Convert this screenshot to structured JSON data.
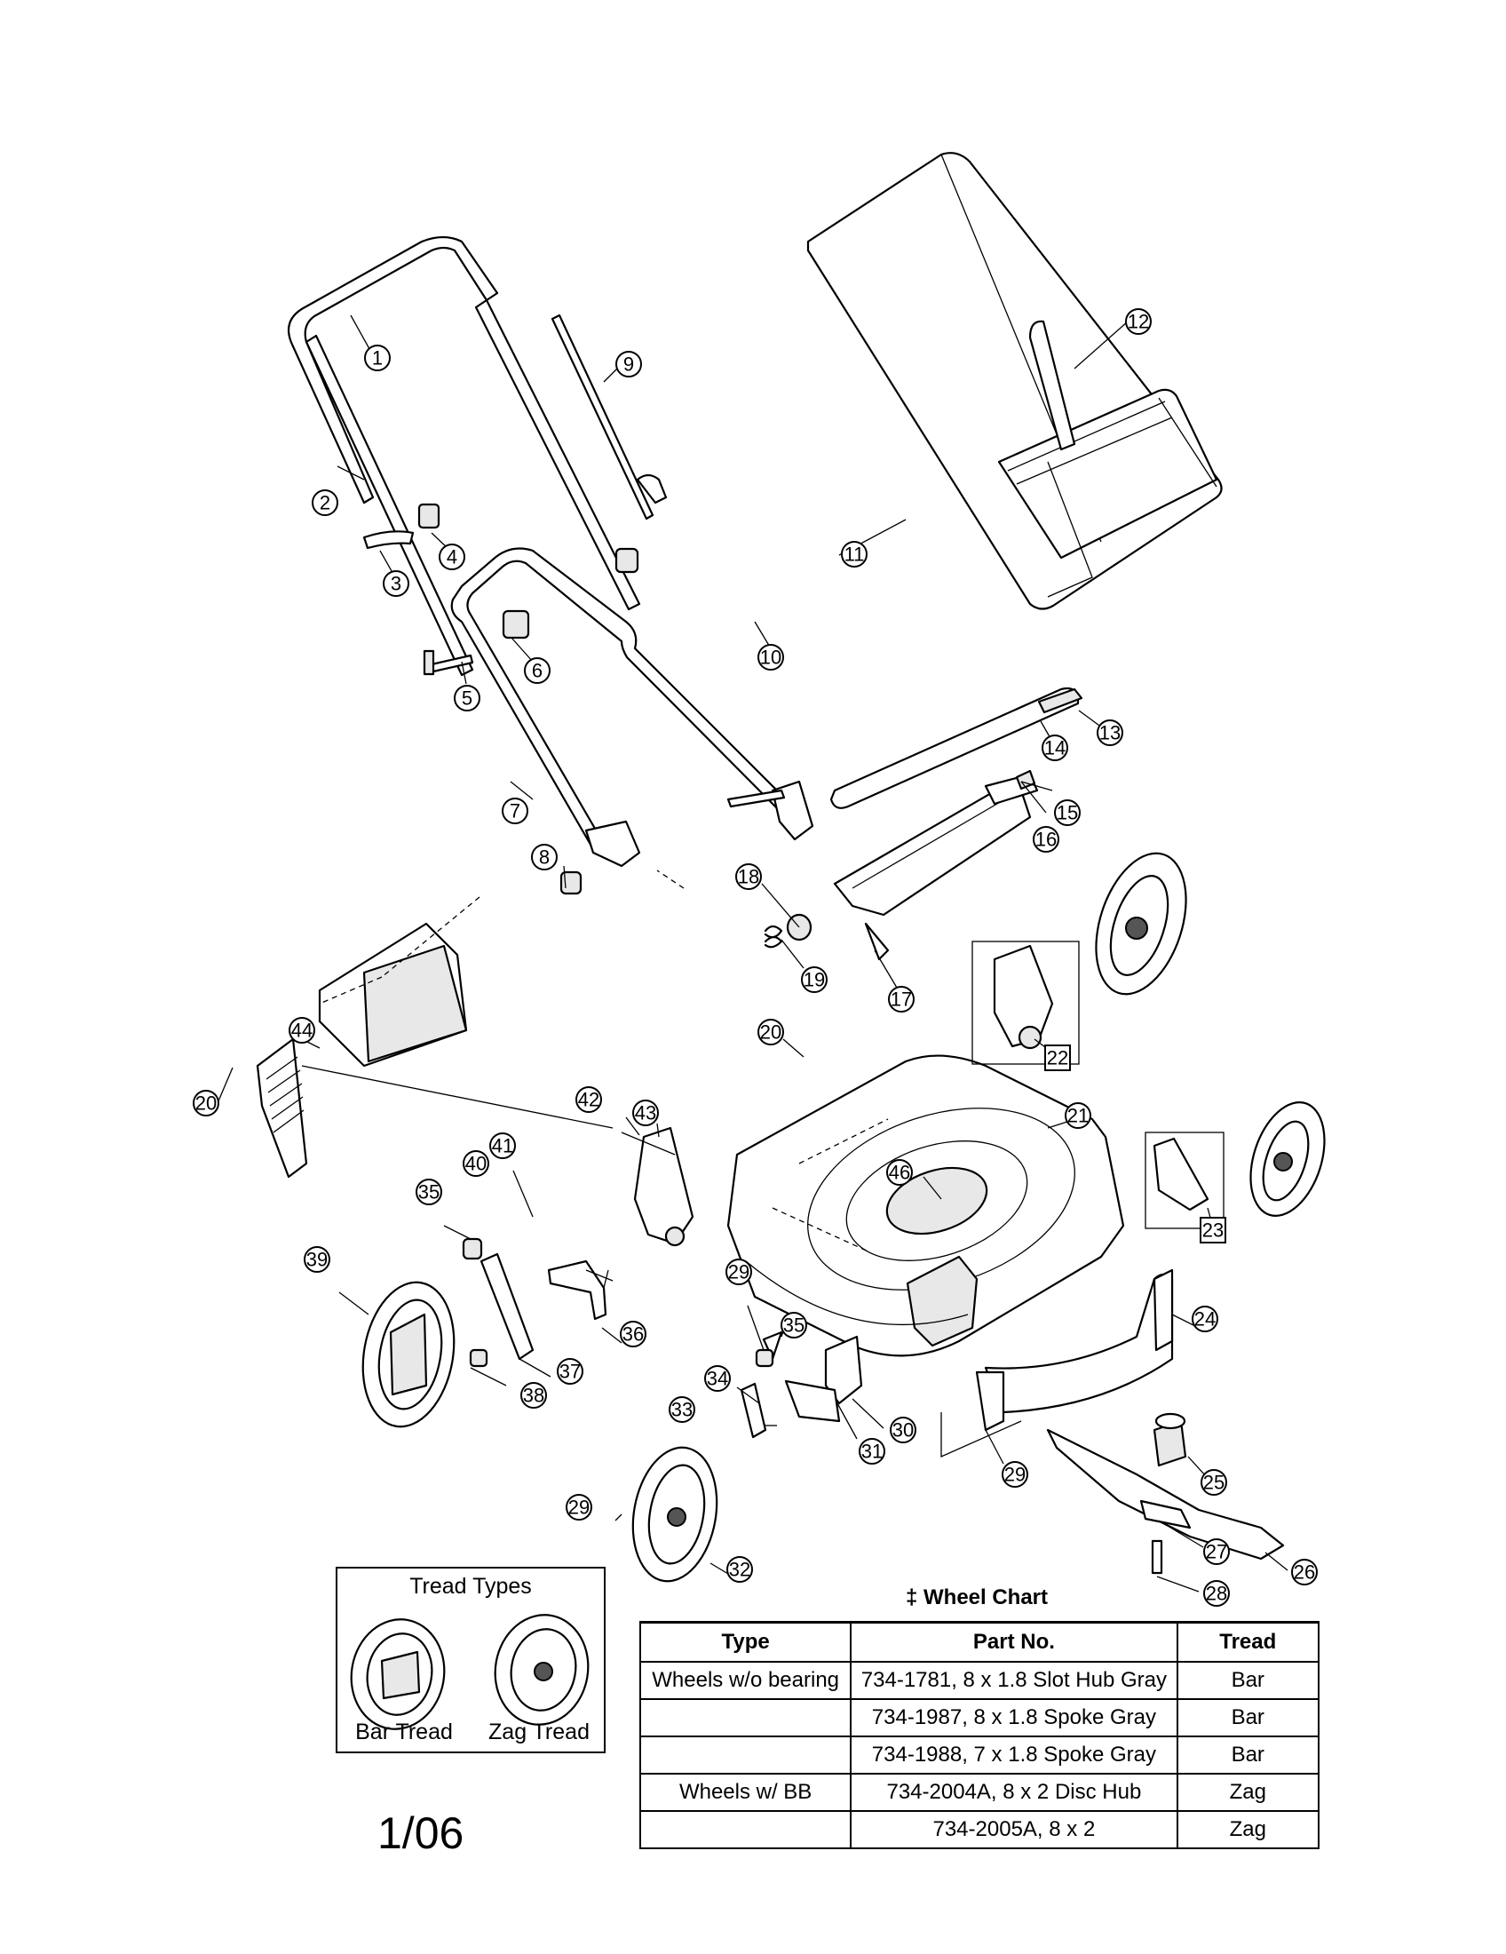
{
  "callouts": [
    "1",
    "2",
    "3",
    "4",
    "5",
    "6",
    "7",
    "8",
    "9",
    "10",
    "11",
    "12",
    "13",
    "14",
    "15",
    "16",
    "17",
    "18",
    "19",
    "20",
    "20",
    "21",
    "22",
    "23",
    "24",
    "25",
    "26",
    "27",
    "28",
    "29",
    "29",
    "29",
    "30",
    "31",
    "32",
    "33",
    "34",
    "35",
    "35",
    "36",
    "37",
    "38",
    "39",
    "40",
    "41",
    "42",
    "43",
    "44",
    "46"
  ],
  "tread_types": {
    "title": "Tread Types",
    "bar_label": "Bar Tread",
    "zag_label": "Zag Tread"
  },
  "wheel_chart": {
    "title": "‡ Wheel Chart",
    "headers": [
      "Type",
      "Part No.",
      "Tread"
    ],
    "rows": [
      [
        "Wheels w/o bearing",
        "734-1781, 8 x 1.8 Slot Hub Gray",
        "Bar"
      ],
      [
        "",
        "734-1987, 8 x 1.8 Spoke Gray",
        "Bar"
      ],
      [
        "",
        "734-1988, 7 x 1.8 Spoke Gray",
        "Bar"
      ],
      [
        "Wheels w/ BB",
        "734-2004A, 8 x 2 Disc Hub",
        "Zag"
      ],
      [
        "",
        "734-2005A, 8 x 2",
        "Zag"
      ]
    ]
  },
  "page_date": "1/06"
}
